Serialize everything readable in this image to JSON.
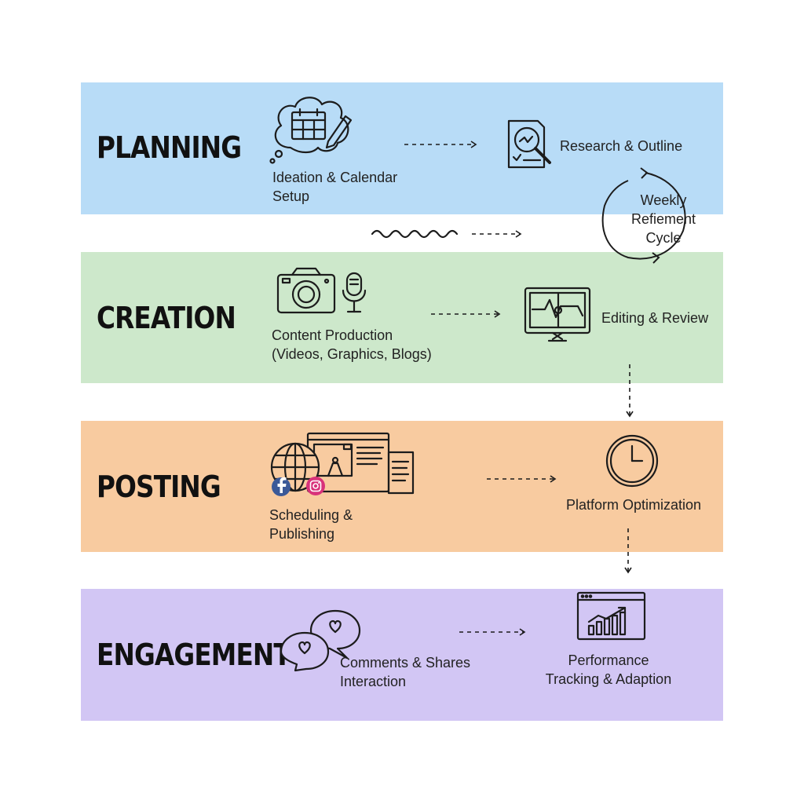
{
  "colors": {
    "planning": "#b8dcf7",
    "creation": "#cde8cb",
    "posting": "#f8cba0",
    "engagement": "#d2c6f4",
    "stroke": "#1c1c1c",
    "facebook": "#3b5998",
    "instagram": "#d8327a"
  },
  "stages": {
    "planning": {
      "title": "PLANNING",
      "step1": [
        "Ideation & Calendar",
        "Setup"
      ],
      "step2": [
        "Research & Outline"
      ]
    },
    "creation": {
      "title": "CREATION",
      "step1": [
        "Content Production",
        "(Videos, Graphics, Blogs)"
      ],
      "step2": [
        "Editing & Review"
      ]
    },
    "posting": {
      "title": "POSTING",
      "step1": [
        "Scheduling &",
        "Publishing"
      ],
      "step2": [
        "Platform Optimization"
      ]
    },
    "engagement": {
      "title": "ENGAGEMENT",
      "step1": [
        "Comments & Shares",
        "Interaction"
      ],
      "step2": [
        "Performance",
        "Tracking & Adaption"
      ]
    }
  },
  "cycle": [
    "Weekly",
    "Refiement",
    "Cycle"
  ],
  "icons": {
    "planning_step1": "cloud-calendar-pencil-icon",
    "planning_step2": "document-magnifier-icon",
    "creation_step1": [
      "camera-icon",
      "microphone-icon"
    ],
    "creation_step2": "monitor-editing-icon",
    "posting_step1": [
      "globe-icon",
      "browser-windows-icon",
      "facebook-icon",
      "instagram-icon"
    ],
    "posting_step2": "clock-icon",
    "engagement_step1": "chat-bubbles-heart-icon",
    "engagement_step2": "analytics-chart-icon"
  }
}
